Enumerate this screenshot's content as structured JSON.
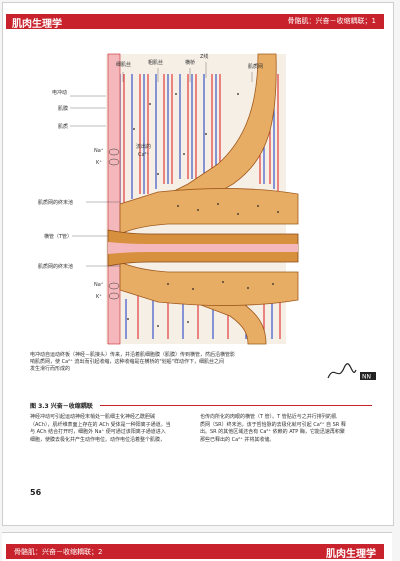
{
  "header": {
    "title": "肌肉生理学",
    "section": "骨骼肌：兴奋－收缩耦联；1"
  },
  "figure_labels": {
    "t1": "细肌丝",
    "t2": "粗肌丝",
    "t3": "横桥",
    "t4": "Z线",
    "t5": "肌质网",
    "l1": "电冲动",
    "l2": "肌膜",
    "l3": "肌质",
    "na": "Na⁺",
    "k": "K⁺",
    "ca_text": "流出的",
    "ca": "Ca²⁺",
    "cist1": "肌质网的终末池",
    "ttube": "横管（T管）",
    "cist2": "肌质网的终末池",
    "na2": "Na⁺",
    "k2": "K⁺"
  },
  "caption": {
    "line1": "电冲动自运动终板（神经－肌接头）传来，并沿着肌细胞膜（肌膜）传到横管，然后沿横管影",
    "line2": "响肌质网，使 Ca²⁺ 流出而引起收缩，这种收缩是在横桥的\"划船\"样动作下，细肌丝之间",
    "line3": "发生滑行而形成的"
  },
  "signature": {
    "mark": "NN"
  },
  "fig_title": "图 3.3  兴奋－收缩耦联",
  "body": {
    "left": [
      "神经冲动可引起运动神经末梢处一肌细主化神经乙酰胆碱",
      "（ACh），肌纤维表面上存在的 ACh 受体是一种阳离子通道。当",
      "与 ACh 结合打开时，细胞外 Na⁺ 便可通过该阳离子通道进入",
      "细胞，使膜去极化并产生动作电位。动作电位沿着整个肌膜，"
    ],
    "right": [
      "也传向所化的肉眼的横管（T 管）。T 管贴近与之并行排列的肌",
      "质网（SR）终末池，该于哲恰脉的去极化就可引起 Ca²⁺ 自 SR 释",
      "出。SR 的其他区域还含有 Ca²⁺ 依赖的 ATP 酶，它能迅速再积聚",
      "那些已释出的 Ca²⁺ 并将其收储。"
    ]
  },
  "page_number": "56",
  "footer": {
    "section": "骨骼肌：兴奋－收缩耦联；2",
    "title": "肌肉生理学"
  },
  "colors": {
    "header": "#c8232c",
    "sarcolemma": "#f4b8bc",
    "tubule": "#d7913e",
    "fluid": "#e8ad64"
  }
}
